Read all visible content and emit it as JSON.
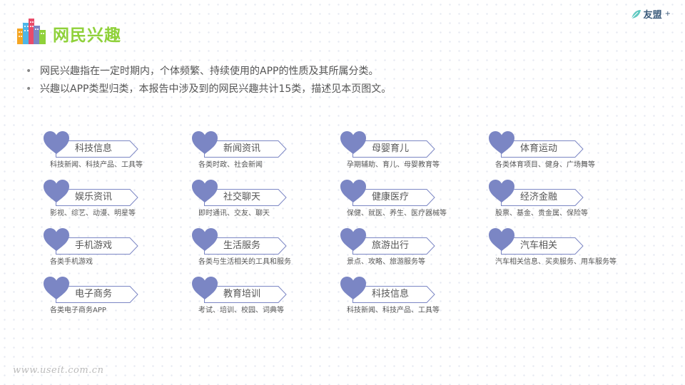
{
  "header": {
    "title": "网民兴趣",
    "brand": "友盟",
    "brand_plus": "+"
  },
  "bullets": [
    "网民兴趣指在一定时期内，个体频繁、持续使用的APP的性质及其所属分类。",
    "兴趣以APP类型归类，本报告中涉及到的网民兴趣共计15类，描述见本页图文。"
  ],
  "colors": {
    "title": "#8fd13a",
    "heart": "#7b86c4",
    "tag_border": "#7b86c4"
  },
  "interests": [
    {
      "label": "科技信息",
      "desc": "科技新闻、科技产品、工具等"
    },
    {
      "label": "新闻资讯",
      "desc": "各类时政、社会新闻"
    },
    {
      "label": "母婴育儿",
      "desc": "孕期辅助、育儿、母婴教育等"
    },
    {
      "label": "体育运动",
      "desc": "各类体育项目、健身、广场舞等"
    },
    {
      "label": "娱乐资讯",
      "desc": "影视、综艺、动漫、明星等"
    },
    {
      "label": "社交聊天",
      "desc": "即时通讯、交友、聊天"
    },
    {
      "label": "健康医疗",
      "desc": "保健、就医、养生、医疗器械等"
    },
    {
      "label": "经济金融",
      "desc": "股票、基金、贵金属、保险等"
    },
    {
      "label": "手机游戏",
      "desc": "各类手机游戏"
    },
    {
      "label": "生活服务",
      "desc": "各类与生活相关的工具和服务"
    },
    {
      "label": "旅游出行",
      "desc": "景点、攻略、旅游服务等"
    },
    {
      "label": "汽车相关",
      "desc": "汽车相关信息、买卖服务、用车服务等"
    },
    {
      "label": "电子商务",
      "desc": "各类电子商务APP"
    },
    {
      "label": "教育培训",
      "desc": "考试、培训、校园、词典等"
    },
    {
      "label": "科技信息",
      "desc": "科技新闻、科技产品、工具等"
    }
  ],
  "watermark": "www.useit.com.cn"
}
